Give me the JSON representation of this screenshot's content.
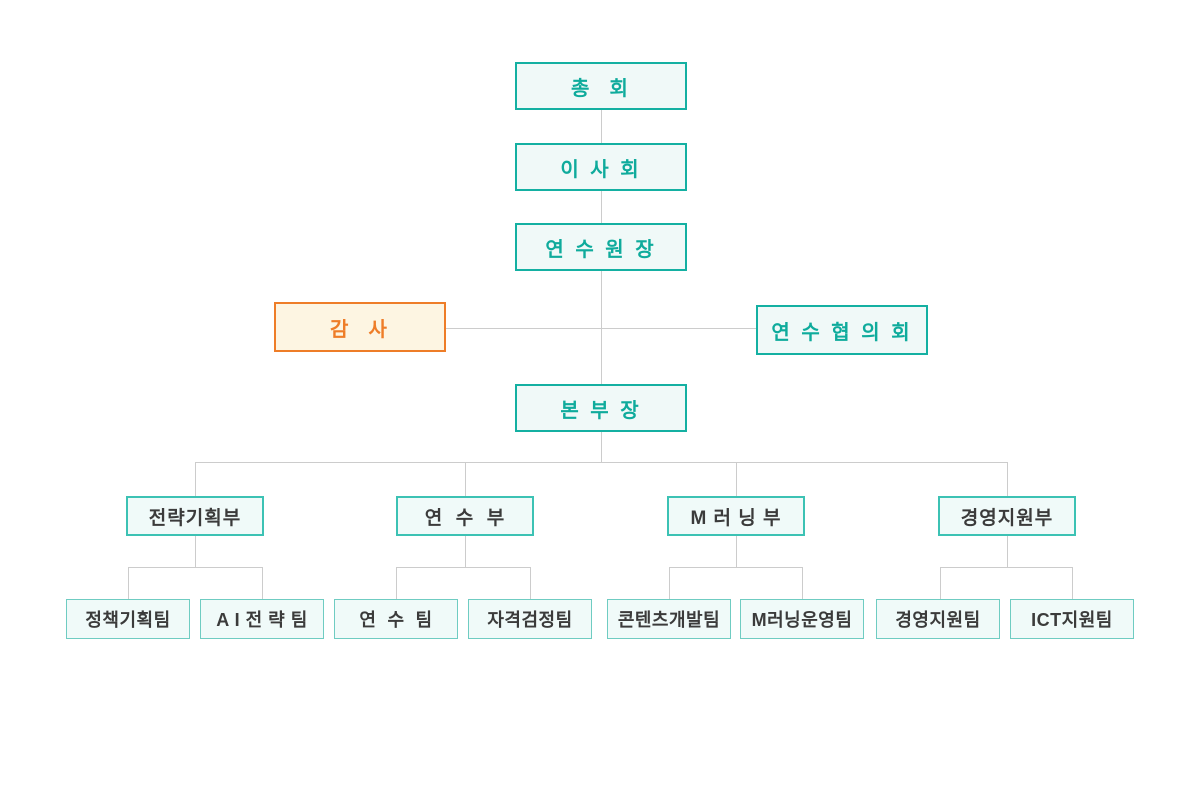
{
  "org": {
    "assembly": {
      "label": "총  회"
    },
    "board": {
      "label": "이 사 회"
    },
    "director": {
      "label": "연 수 원 장"
    },
    "audit": {
      "label": "감  사"
    },
    "council": {
      "label": "연 수 협 의 회"
    },
    "hq": {
      "label": "본 부 장"
    },
    "departments": [
      {
        "label": "전략기획부",
        "teams": [
          "정책기획팀",
          "A I 전 략 팀"
        ]
      },
      {
        "label": "연  수  부",
        "teams": [
          "연  수  팀",
          "자격검정팀"
        ]
      },
      {
        "label": "M 러 닝 부",
        "teams": [
          "콘텐츠개발팀",
          "M러닝운영팀"
        ]
      },
      {
        "label": "경영지원부",
        "teams": [
          "경영지원팀",
          "ICT지원팀"
        ]
      }
    ]
  },
  "colors": {
    "teal_border": "#14b0a2",
    "teal_text": "#0fab9c",
    "teal_bg": "#f0f9f8",
    "dept_border": "#3cc2b4",
    "team_border": "#6fccc2",
    "orange_border": "#ee7d28",
    "orange_text": "#ee7d28",
    "orange_bg": "#fdf5e2",
    "dark_text": "#3b3b3b",
    "connector": "#cccccc"
  }
}
